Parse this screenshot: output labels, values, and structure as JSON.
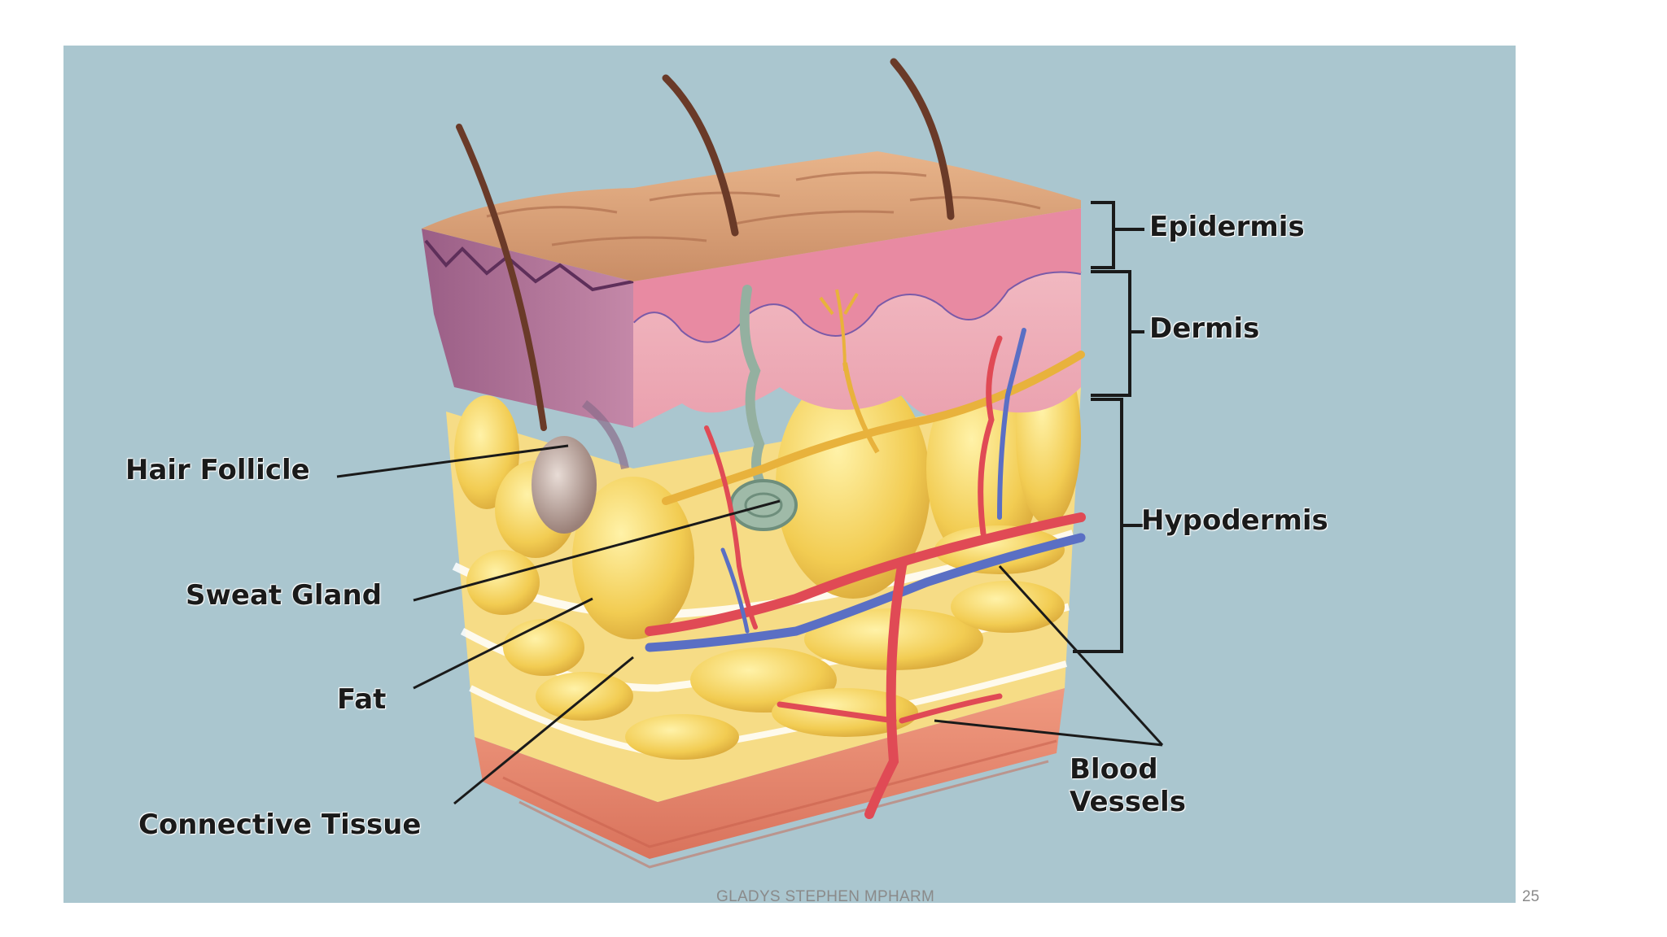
{
  "labels": {
    "hair_follicle": "Hair Follicle",
    "sweat_gland": "Sweat Gland",
    "fat": "Fat",
    "connective_tissue": "Connective Tissue",
    "epidermis": "Epidermis",
    "dermis": "Dermis",
    "hypodermis": "Hypodermis",
    "blood_vessels_line1": "Blood",
    "blood_vessels_line2": "Vessels"
  },
  "footer": {
    "text": "GLADYS STEPHEN MPHARM",
    "page_number": "25"
  },
  "colors": {
    "background_panel": "#aac6cf",
    "skin_surface": "#d9a07a",
    "dermis": "#f0b4c0",
    "fat": "#f4d468",
    "connective_tissue": "#e58a70",
    "artery": "#e04a55",
    "vein": "#5a6fc4",
    "nerve": "#e8b23c"
  }
}
